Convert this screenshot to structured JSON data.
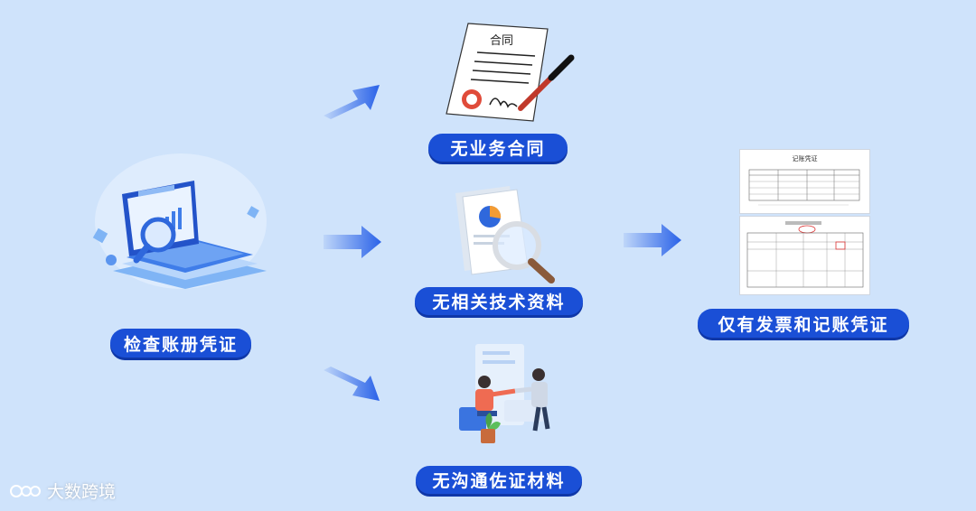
{
  "source": {
    "label": "检查账册凭证"
  },
  "branches": [
    {
      "label": "无业务合同"
    },
    {
      "label": "无相关技术资料"
    },
    {
      "label": "无沟通佐证材料"
    }
  ],
  "result": {
    "label": "仅有发票和记账凭证",
    "voucher_title": "记账凭证"
  },
  "contract_icon_text": "合同",
  "watermark": "大数跨境",
  "colors": {
    "pill": "#1a4fd6",
    "arrow": "#2a62e8",
    "background": "#cfe3fb"
  }
}
